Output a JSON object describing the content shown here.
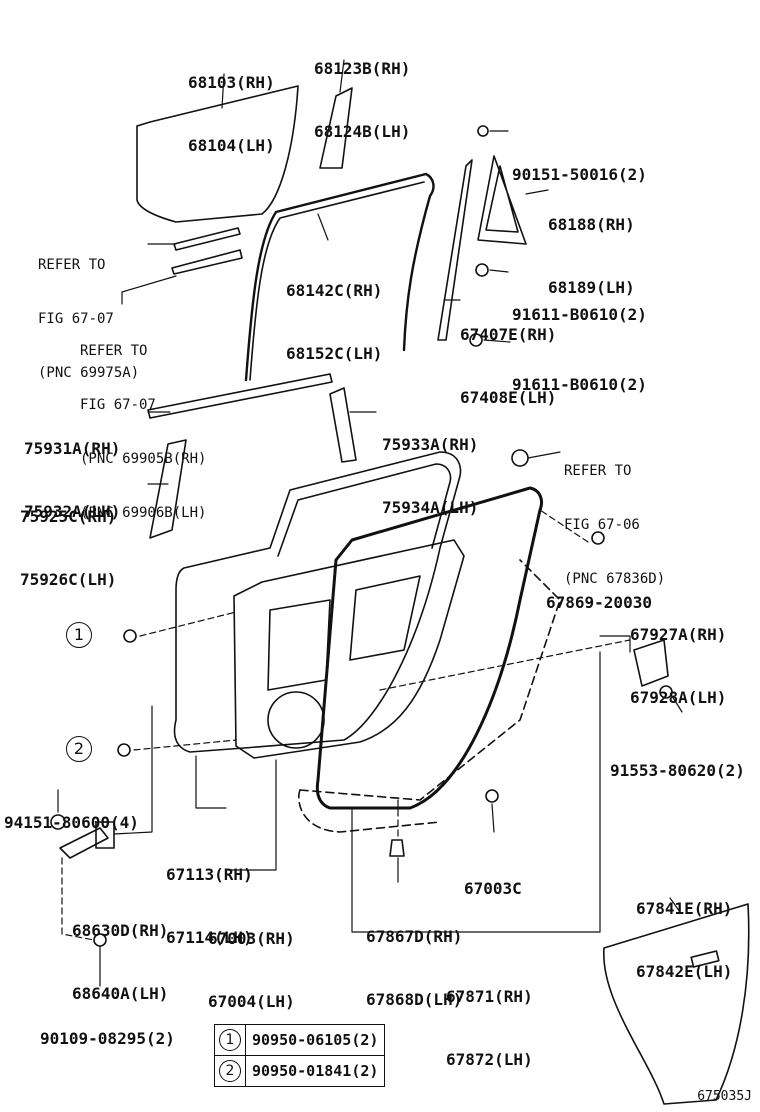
{
  "parts": {
    "p68103": [
      "68103(RH)",
      "68104(LH)"
    ],
    "p68123": [
      "68123B(RH)",
      "68124B(LH)"
    ],
    "p90151": [
      "90151-50016(2)"
    ],
    "p68188": [
      "68188(RH)",
      "68189(LH)"
    ],
    "p91611a": [
      "91611-B0610(2)"
    ],
    "p67407": [
      "67407E(RH)",
      "67408E(LH)"
    ],
    "p91611b": [
      "91611-B0610(2)"
    ],
    "p68142": [
      "68142C(RH)",
      "68152C(LH)"
    ],
    "p75931": [
      "75931A(RH)",
      "75932A(LH)"
    ],
    "p75933": [
      "75933A(RH)",
      "75934A(LH)"
    ],
    "p75925": [
      "75925C(RH)",
      "75926C(LH)"
    ],
    "p67869": [
      "67869-20030"
    ],
    "p67927": [
      "67927A(RH)",
      "67928A(LH)"
    ],
    "p91553": [
      "91553-80620(2)"
    ],
    "p94151": [
      "94151-80600(4)"
    ],
    "p67113": [
      "67113(RH)",
      "67114(LH)"
    ],
    "p67003c": [
      "67003C"
    ],
    "p68630": [
      "68630D(RH)",
      "68640A(LH)"
    ],
    "p67003": [
      "67003(RH)",
      "67004(LH)"
    ],
    "p67867": [
      "67867D(RH)",
      "67868D(LH)"
    ],
    "p67841": [
      "67841E(RH)",
      "67842E(LH)"
    ],
    "p67871": [
      "67871(RH)",
      "67872(LH)"
    ],
    "p90109": [
      "90109-08295(2)"
    ]
  },
  "refs": {
    "ref1": [
      "REFER TO",
      "FIG 67-07",
      "(PNC 69975A)"
    ],
    "ref2": [
      "REFER TO",
      "FIG 67-07",
      "(PNC 69905B(RH)",
      "(PNC 69906B(LH)"
    ],
    "ref3": [
      "REFER TO",
      "FIG 67-06",
      "(PNC 67836D)"
    ]
  },
  "callouts": {
    "one": "1",
    "two": "2"
  },
  "legend": [
    {
      "num": "1",
      "part": "90950-06105(2)"
    },
    {
      "num": "2",
      "part": "90950-01841(2)"
    }
  ],
  "figure_code": "675035J"
}
